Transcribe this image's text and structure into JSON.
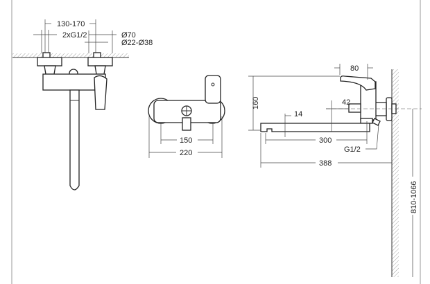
{
  "title": "Wall-mounted bath/shower mixer dimension drawing",
  "front_view": {
    "dim_inlet_spacing": "130-170",
    "dim_inlet_thread": "2xG1/2",
    "dim_flange_diameter": "Ø70",
    "dim_wall_opening": "Ø22-Ø38"
  },
  "top_view": {
    "dim_inner": "150",
    "dim_outer": "220"
  },
  "side_view": {
    "dim_handle_depth": "80",
    "dim_height": "160",
    "dim_diverter_offset": "42",
    "dim_spout_thickness": "14",
    "dim_spout_length": "300",
    "dim_outlet_thread": "G1/2",
    "dim_projection": "388",
    "dim_mounting_height": "810-1066"
  }
}
